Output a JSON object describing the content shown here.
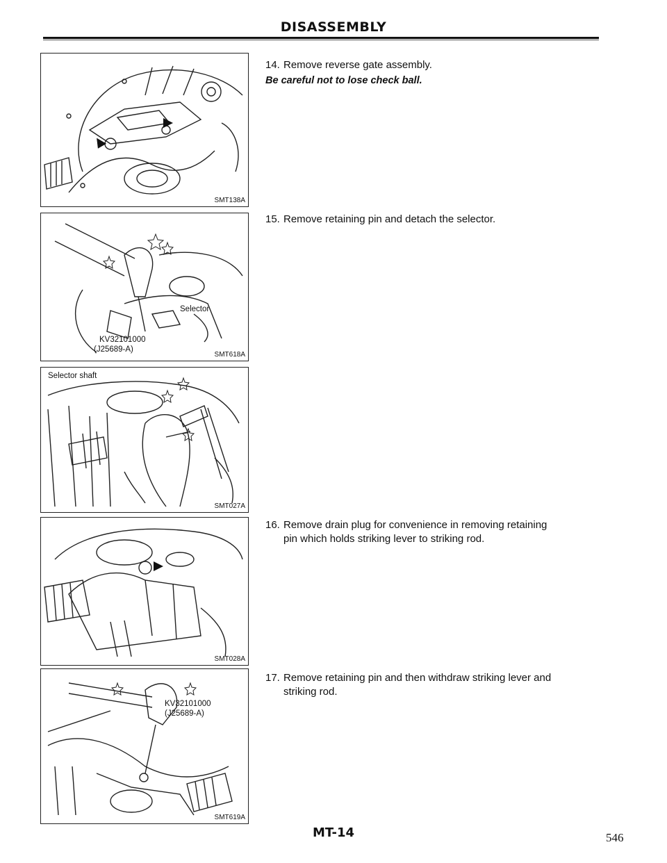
{
  "header": {
    "title": "DISASSEMBLY"
  },
  "figures": [
    {
      "code": "SMT138A",
      "labels": []
    },
    {
      "code": "SMT618A",
      "labels": [
        "Selector",
        "KV32101000",
        "(J25689-A)"
      ]
    },
    {
      "code": "SMT027A",
      "labels": [
        "Selector shaft"
      ]
    },
    {
      "code": "SMT028A",
      "labels": []
    },
    {
      "code": "SMT619A",
      "labels": [
        "KV32101000",
        "(J25689-A)"
      ]
    }
  ],
  "steps": [
    {
      "number": "14.",
      "text": "Remove reverse gate assembly.",
      "warning": "Be careful not to lose check ball."
    },
    {
      "number": "15.",
      "text": "Remove retaining pin and detach the selector."
    },
    {
      "number": "16.",
      "text": "Remove drain plug for convenience in removing retaining",
      "text2": "pin which holds striking lever to striking rod."
    },
    {
      "number": "17.",
      "text": "Remove retaining pin and then withdraw striking lever and",
      "text2": "striking rod."
    }
  ],
  "footer": {
    "page_id": "MT-14",
    "page_number": "546"
  }
}
